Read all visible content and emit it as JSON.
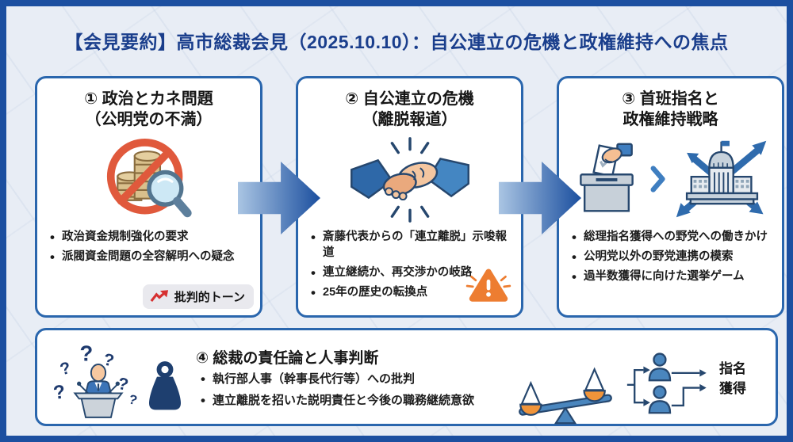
{
  "header": {
    "title": "【会見要約】高市総裁会見（2025.10.10）：自公連立の危機と政権維持への焦点"
  },
  "cards": [
    {
      "title_line1": "① 政治とカネ問題",
      "title_line2": "（公明党の不満）",
      "icon": "no-money-magnifier-icon",
      "bullets": [
        "政治資金規制強化の要求",
        "派閥資金問題の全容解明への疑念"
      ],
      "badge_label": "批判的トーン",
      "badge_icon": "trend-up-arrow-icon"
    },
    {
      "title_line1": "② 自公連立の危機",
      "title_line2": "（離脱報道）",
      "icon": "handshake-icon",
      "bullets": [
        "斎藤代表からの「連立離脱」示唆報道",
        "連立継続か、再交渉かの岐路",
        "25年の歴史の転換点"
      ],
      "corner_icon": "warning-triangle-icon"
    },
    {
      "title_line1": "③ 首班指名と",
      "title_line2": "政権維持戦略",
      "icons": [
        "ballot-box-icon",
        "chevron-right-icon",
        "parliament-arrows-icon"
      ],
      "bullets": [
        "総理指名獲得への野党への働きかけ",
        "公明党以外の野党連携の模索",
        "過半数獲得に向けた選挙ゲーム"
      ]
    }
  ],
  "bottom_card": {
    "title": "④ 総裁の責任論と人事判断",
    "icons": [
      "podium-speaker-questions-icon",
      "weight-icon",
      "balance-scale-icon",
      "two-person-flow-icon"
    ],
    "bullets": [
      "執行部人事（幹事長代行等）への批判",
      "連立離脱を招いた説明責任と今後の職務継続意欲"
    ],
    "flow_labels": {
      "top": "指名",
      "bottom": "獲得"
    }
  },
  "colors": {
    "frame": "#1c4fa0",
    "background": "#e8edf5",
    "header_text": "#1a3e8c",
    "card_border": "#2a66ad",
    "arrow_light": "#aac5e3",
    "arrow_dark": "#1b4f9f",
    "badge_bg": "#e9e9ee",
    "trend_red": "#d63031",
    "warning_orange": "#ed7d31",
    "prohibition_red": "#e0593c",
    "scale_pan_orange": "#f0943a",
    "icon_blue": "#4a86be",
    "navy_ink": "#26476e"
  }
}
